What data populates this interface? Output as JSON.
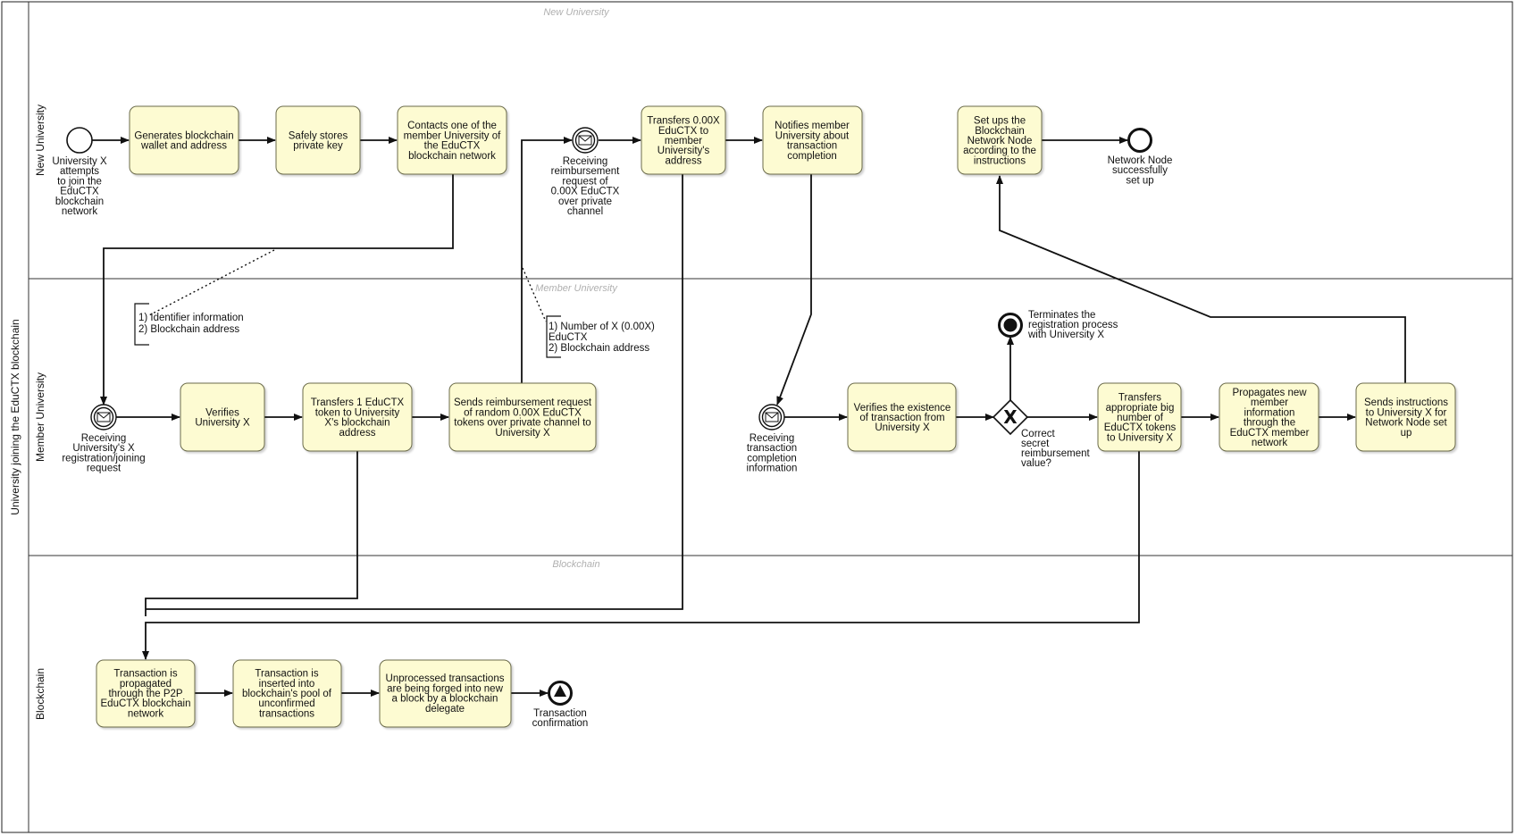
{
  "pool_title": "University joining the EduCTX blockchain",
  "lanes": [
    {
      "id": "new",
      "title": "New University",
      "watermark": "New University"
    },
    {
      "id": "member",
      "title": "Member University",
      "watermark": "Member University"
    },
    {
      "id": "blockchain",
      "title": "Blockchain",
      "watermark": "Blockchain"
    }
  ],
  "tasks": {
    "t_generate": [
      "Generates blockchain",
      "wallet and address"
    ],
    "t_store": [
      "Safely stores",
      "private key"
    ],
    "t_contact": [
      "Contacts one of the",
      "member University of",
      "the EduCTX",
      "blockchain network"
    ],
    "t_transfer_small": [
      "Transfers 0.00X",
      "EduCTX to",
      "member",
      "University's",
      "address"
    ],
    "t_notify": [
      "Notifies member",
      "University about",
      "transaction",
      "completion"
    ],
    "t_setup": [
      "Set ups the",
      "Blockchain",
      "Network Node",
      "according to the",
      "instructions"
    ],
    "t_verify": [
      "Verifies",
      "University X"
    ],
    "t_transfer1": [
      "Transfers 1 EduCTX",
      "token to University",
      "X's blockchain",
      "address"
    ],
    "t_reimb": [
      "Sends reimbursement request",
      "of random 0.00X EduCTX",
      "tokens over private channel to",
      "University X"
    ],
    "t_verify_tx": [
      "Verifies the existence",
      "of transaction from",
      "University X"
    ],
    "t_transfer_big": [
      "Transfers",
      "appropriate big",
      "number of",
      "EduCTX tokens",
      "to University X"
    ],
    "t_propagate_member": [
      "Propagates new",
      "member",
      "information",
      "through the",
      "EduCTX member",
      "network"
    ],
    "t_instructions": [
      "Sends instructions",
      "to University X for",
      "Network Node set",
      "up"
    ],
    "t_tx_propagated": [
      "Transaction is",
      "propagated",
      "through the P2P",
      "EduCTX blockchain",
      "network"
    ],
    "t_tx_pool": [
      "Transaction is",
      "inserted into",
      "blockchain's pool of",
      "unconfirmed",
      "transactions"
    ],
    "t_tx_forged": [
      "Unprocessed transactions",
      "are being forged into new",
      "a block by a blockchain",
      "delegate"
    ]
  },
  "events": {
    "e_start": [
      "University X",
      "attempts",
      "to join the",
      "EduCTX",
      "blockchain",
      "network"
    ],
    "e_recv_reimb": [
      "Receiving",
      "reimbursement",
      "request of",
      "0.00X EduCTX",
      "over private",
      "channel"
    ],
    "e_node_ok": [
      "Network Node",
      "successfully",
      "set up"
    ],
    "e_recv_reg": [
      "Receiving",
      "University's X",
      "registration/joining",
      "request"
    ],
    "e_recv_completion": [
      "Receiving",
      "transaction",
      "completion",
      "information"
    ],
    "e_terminate": [
      "Terminates the",
      "registration process",
      "with University X"
    ],
    "e_tx_confirm": [
      "Transaction",
      "confirmation"
    ]
  },
  "gateway": {
    "symbol": "X",
    "label": [
      "Correct",
      "secret",
      "reimbursement",
      "value?"
    ]
  },
  "annotations": {
    "a_identifier": [
      "1) Identifier information",
      "2) Blockchain address"
    ],
    "a_number": [
      "1) Number of X (0.00X)",
      "EduCTX",
      "2) Blockchain address"
    ]
  }
}
